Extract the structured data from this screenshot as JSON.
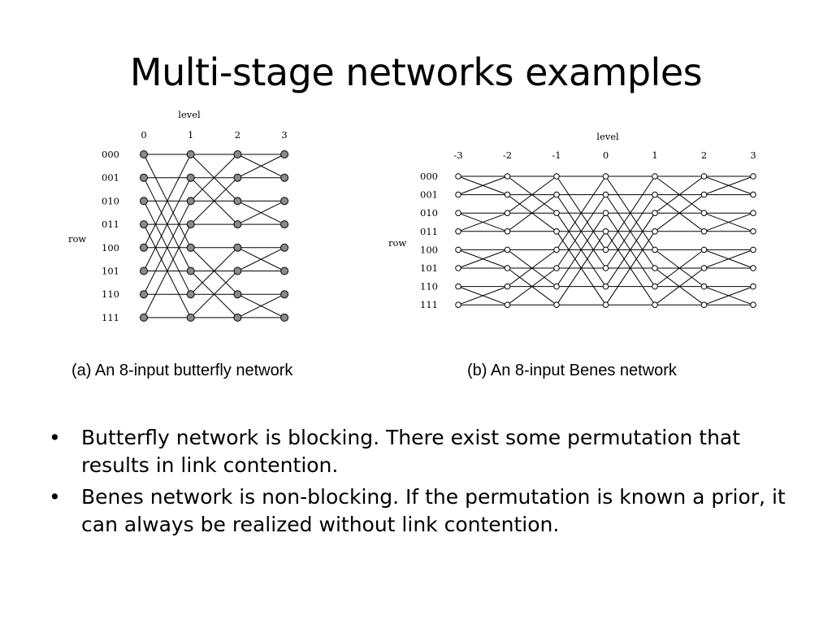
{
  "slide": {
    "title": "Multi-stage networks examples"
  },
  "butterfly": {
    "level_title": "level",
    "row_title": "row",
    "levels": [
      "0",
      "1",
      "2",
      "3"
    ],
    "rows": [
      "000",
      "001",
      "010",
      "011",
      "100",
      "101",
      "110",
      "111"
    ],
    "caption": "(a) An 8-input butterfly network",
    "node_color": "#8a8a8a"
  },
  "benes": {
    "level_title": "level",
    "row_title": "row",
    "levels": [
      "-3",
      "-2",
      "-1",
      "0",
      "1",
      "2",
      "3"
    ],
    "rows": [
      "000",
      "001",
      "010",
      "011",
      "100",
      "101",
      "110",
      "111"
    ],
    "caption": "(b) An 8-input Benes network",
    "node_color": "#ffffff"
  },
  "bullets": [
    "Butterfly network is blocking. There exist some permutation that results in link contention.",
    "Benes network is non-blocking. If the permutation is known a prior, it can always be realized without link contention."
  ]
}
